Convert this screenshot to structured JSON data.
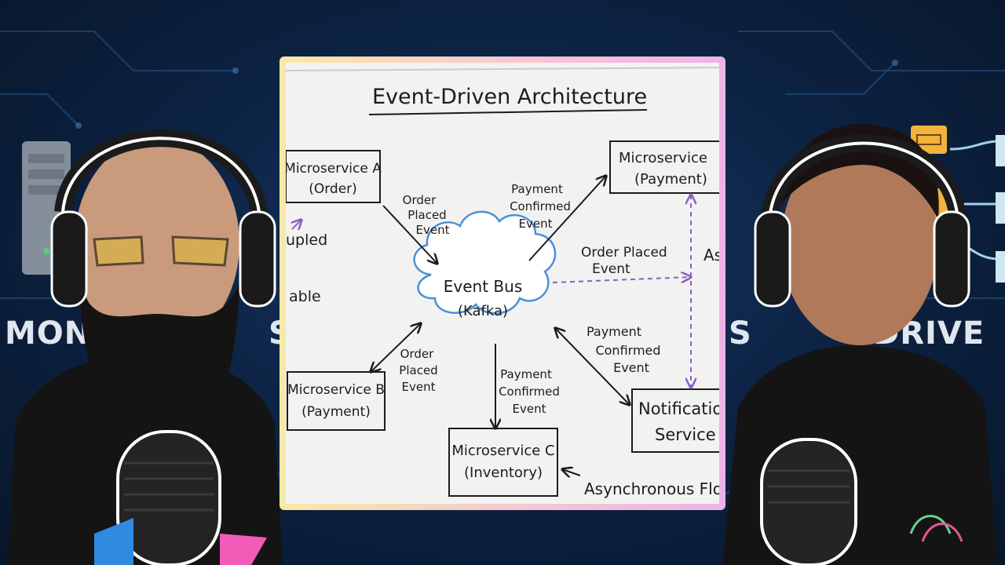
{
  "background": {
    "left_text": "MONO",
    "left_text_2": "S",
    "right_text": "T-DRIVE",
    "right_text_2": "S"
  },
  "diagram": {
    "title": "Event-Driven Architecture",
    "nodes": {
      "service_a": {
        "line1": "Microservice A",
        "line2": "(Order)"
      },
      "service_payment_top": {
        "line1": "Microservice",
        "line2": "(Payment)"
      },
      "event_bus": {
        "line1": "Event Bus",
        "line2": "(Kafka)"
      },
      "service_b": {
        "line1": "Microservice B",
        "line2": "(Payment)"
      },
      "service_c": {
        "line1": "Microservice C",
        "line2": "(Inventory)"
      },
      "notification": {
        "line1": "Notificatio",
        "line2": "Service"
      }
    },
    "edge_labels": {
      "a_to_bus": [
        "Order",
        "Placed",
        "Event"
      ],
      "bus_to_payment": [
        "Payment",
        "Confirmed",
        "Event"
      ],
      "bus_to_notification_dashed": [
        "Order Placed",
        "Event"
      ],
      "bus_to_b": [
        "Order",
        "Placed",
        "Event"
      ],
      "bus_to_c": [
        "Payment",
        "Confirmed",
        "Event"
      ],
      "notification_to_bus": [
        "Payment",
        "Confirmed",
        "Event"
      ]
    },
    "side_notes": {
      "left_1": "upled",
      "left_2": "able",
      "right_1": "As",
      "bottom": "Asynchronous Flow"
    }
  },
  "colors": {
    "frame_left": "#f8e9a6",
    "frame_right": "#eeb3e6",
    "cloud_stroke": "#4a90d9",
    "dashed_arrow": "#8a5fc4"
  }
}
